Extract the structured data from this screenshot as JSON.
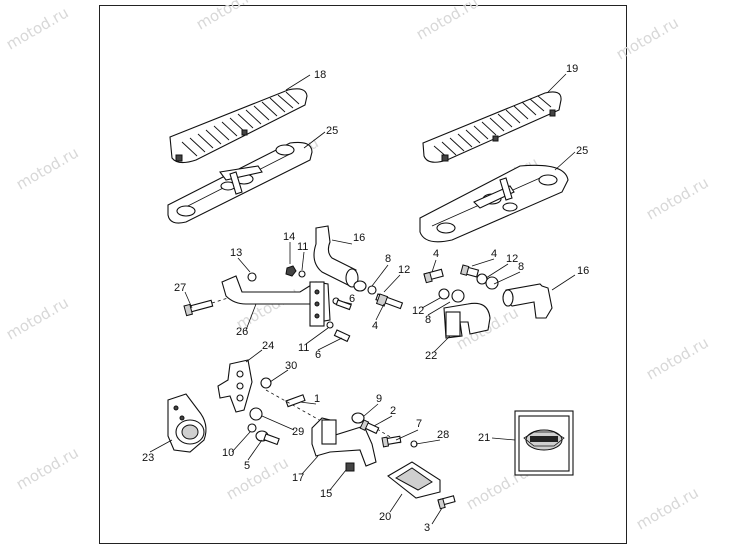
{
  "watermark": "motod.ru",
  "callouts": {
    "c18": "18",
    "c19": "19",
    "c25a": "25",
    "c25b": "25",
    "c13": "13",
    "c14": "14",
    "c11a": "11",
    "c16a": "16",
    "c8a": "8",
    "c12a": "12",
    "c4a": "4",
    "c4b": "4",
    "c12b": "12",
    "c8b": "8",
    "c16b": "16",
    "c27": "27",
    "c6a": "6",
    "c4c": "4",
    "c12c": "12",
    "c8c": "8",
    "c26": "26",
    "c11b": "11",
    "c6b": "6",
    "c22": "22",
    "c24": "24",
    "c30": "30",
    "c1": "1",
    "c9": "9",
    "c2": "2",
    "c7": "7",
    "c28": "28",
    "c21": "21",
    "c29": "29",
    "c23": "23",
    "c10": "10",
    "c5": "5",
    "c17": "17",
    "c15": "15",
    "c20": "20",
    "c3": "3"
  }
}
